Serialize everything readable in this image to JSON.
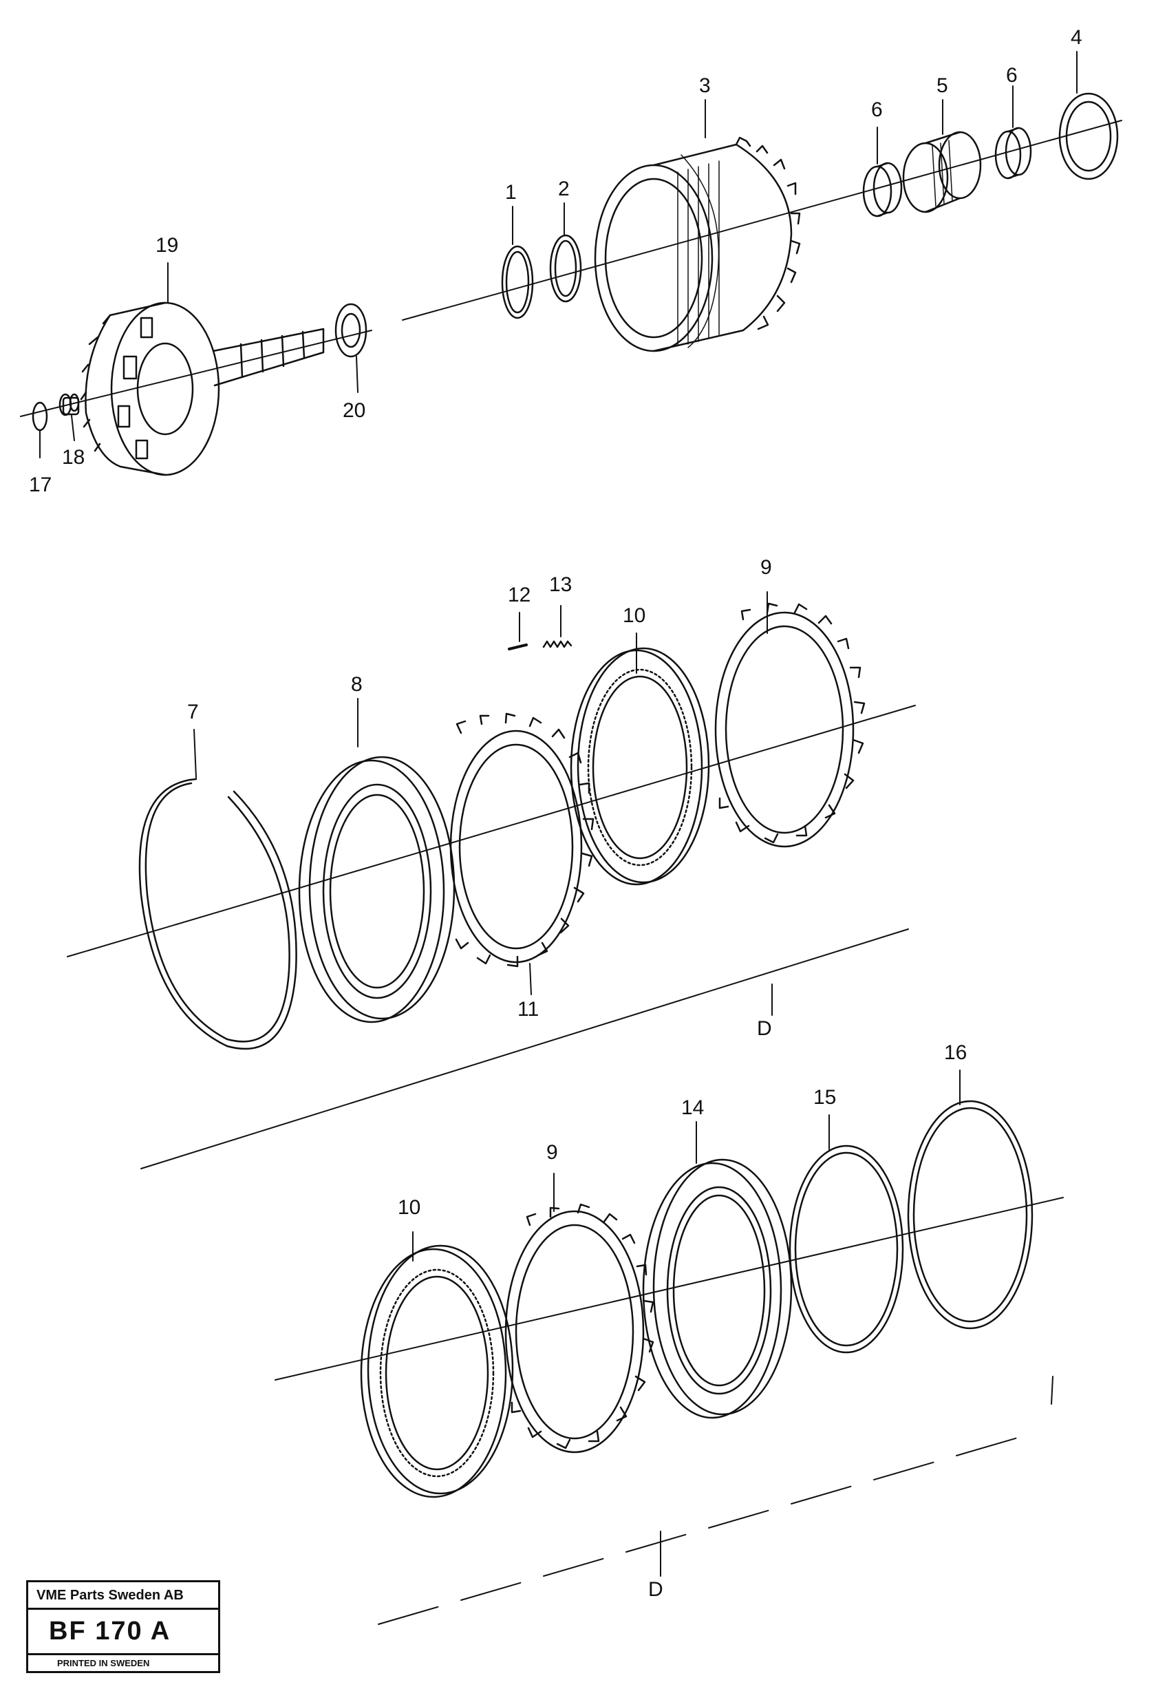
{
  "colors": {
    "ink": "#111111",
    "paper": "#ffffff"
  },
  "callouts": {
    "n1": "1",
    "n2": "2",
    "n3": "3",
    "n4": "4",
    "n5": "5",
    "n6a": "6",
    "n6b": "6",
    "n7": "7",
    "n8": "8",
    "n9a": "9",
    "n9b": "9",
    "n10a": "10",
    "n10b": "10",
    "n11": "11",
    "n12": "12",
    "n13": "13",
    "n14": "14",
    "n15": "15",
    "n16": "16",
    "n17": "17",
    "n18": "18",
    "n19": "19",
    "n20": "20",
    "da": "D",
    "db": "D"
  },
  "title_block": {
    "company": "VME Parts Sweden AB",
    "code": "BF 170 A",
    "printed": "PRINTED IN SWEDEN"
  }
}
